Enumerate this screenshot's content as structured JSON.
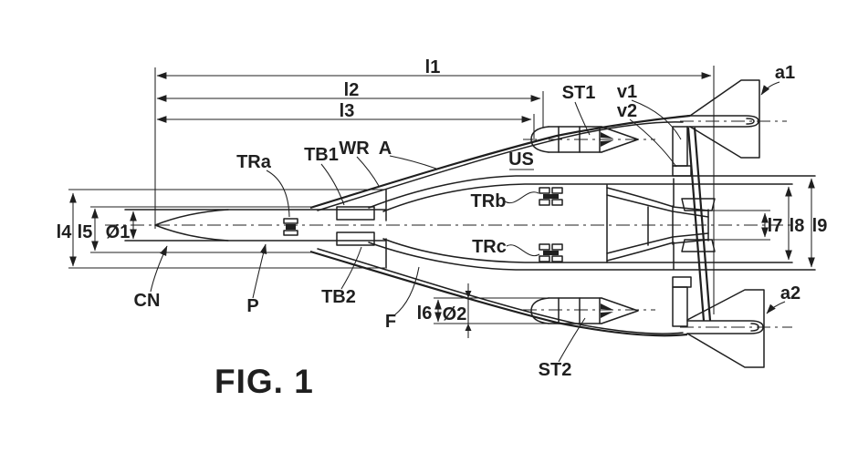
{
  "figure": {
    "caption": "FIG. 1",
    "type": "patent-line-drawing"
  },
  "colors": {
    "line": "#1f1f1f",
    "background": "#ffffff"
  },
  "labels": {
    "l1": "l1",
    "l2": "l2",
    "l3": "l3",
    "l4": "l4",
    "l5": "l5",
    "l6": "l6",
    "l7": "l7",
    "l8": "l8",
    "l9": "l9",
    "dia1": "Ø1",
    "dia2": "Ø2",
    "cn": "CN",
    "p": "P",
    "tra": "TRa",
    "trb": "TRb",
    "trc": "TRc",
    "tb1": "TB1",
    "tb2": "TB2",
    "wr": "WR",
    "a": "A",
    "us": "US",
    "f": "F",
    "st1": "ST1",
    "st2": "ST2",
    "v1": "v1",
    "v2": "v2",
    "a1": "a1",
    "a2": "a2"
  }
}
